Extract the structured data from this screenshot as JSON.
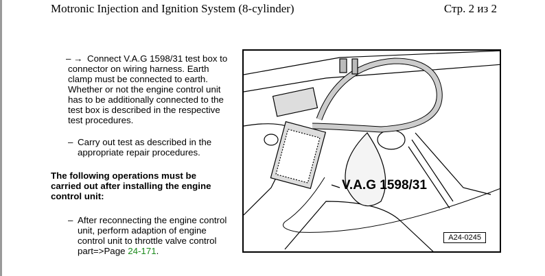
{
  "header": {
    "title": "Motronic Injection and Ignition System (8-cylinder)",
    "page": "Стр. 2 из 2"
  },
  "steps": [
    {
      "dash": "– →",
      "text": "Connect V.A.G 1598/31 test box to connector on wiring harness. Earth clamp must be connected to earth. Whether or not the engine control unit has to be additionally connected to the test box is described in the respective test procedures."
    },
    {
      "dash": "–",
      "text": "Carry out test as described in the appropriate repair procedures."
    }
  ],
  "note_heading": "The following operations must be carried out after installing the engine control unit:",
  "after_step": {
    "dash": "–",
    "text": "After reconnecting the engine control unit, perform adaption of engine control unit to throttle valve control part=>Page ",
    "link": "24-171",
    "end": "."
  },
  "figure": {
    "callout": "V.A.G 1598/31",
    "figure_id": "A24-0245"
  }
}
